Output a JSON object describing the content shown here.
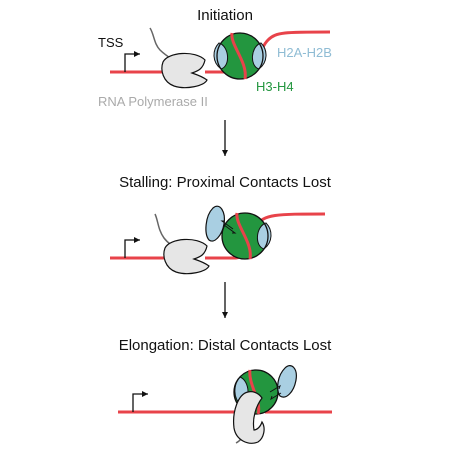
{
  "stages": [
    {
      "title": "Initiation"
    },
    {
      "title": "Stalling: Proximal Contacts Lost"
    },
    {
      "title": "Elongation: Distal Contacts Lost"
    }
  ],
  "labels": {
    "tss": "TSS",
    "h2a_h2b": "H2A-H2B",
    "h3_h4": "H3-H4",
    "rna_pol": "RNA Polymerase II"
  },
  "colors": {
    "dna": "#e8434a",
    "h3_h4": "#23963f",
    "h2a_h2b": "#a9cfe2",
    "polymerase": "#e6e6e6",
    "rna": "#666666",
    "outline": "#111111",
    "label_h2a_h2b": "#8fbcd4",
    "label_h3_h4": "#23963f",
    "label_rna_pol": "#aaaaaa"
  },
  "icons": {
    "tss_arrow": "bent-arrow-icon",
    "transition": "down-arrow-icon",
    "exchange": "equilibrium-arrows-icon"
  }
}
